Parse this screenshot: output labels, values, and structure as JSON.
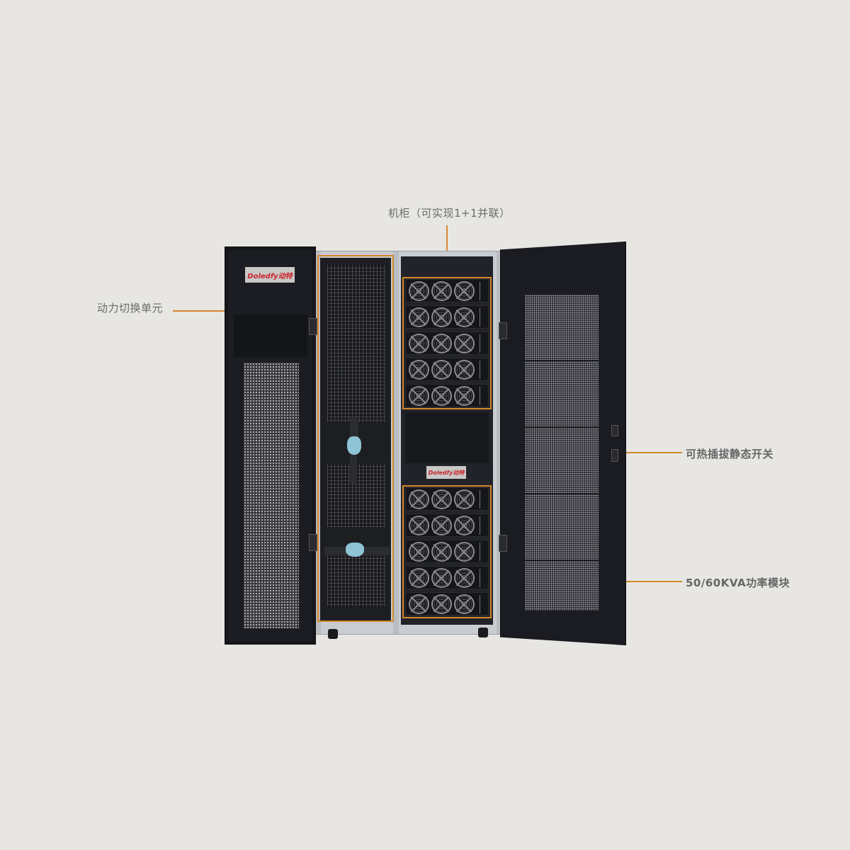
{
  "product": {
    "brand_label": "Doledfy动特",
    "colors": {
      "background": "#e7e6e3",
      "accent_leader": "#d4882a",
      "cabinet": "#1c1d22",
      "logo_text": "#c8242b"
    }
  },
  "annotations": [
    {
      "id": "cabinet",
      "text": "机柜（可实现1+1并联）"
    },
    {
      "id": "power-switch-unit",
      "text": "动力切换单元"
    },
    {
      "id": "hot-swap-static-switch",
      "text": "可热插拔静态开关"
    },
    {
      "id": "power-module",
      "text": "50/60KVA功率模块"
    }
  ],
  "modules": {
    "upper_count": 5,
    "lower_count": 5,
    "fans_per_module": 3
  }
}
